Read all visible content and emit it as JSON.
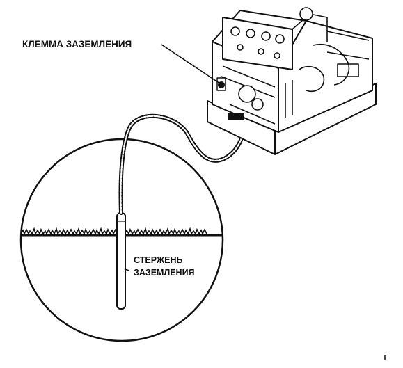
{
  "labels": {
    "ground_terminal": "КЛЕММА ЗАЗЕМЛЕНИЯ",
    "ground_rod_line1": "СТЕРЖЕНЬ",
    "ground_rod_line2": "ЗАЗЕМЛЕНИЯ"
  },
  "colors": {
    "ink": "#111111",
    "background": "#ffffff"
  }
}
